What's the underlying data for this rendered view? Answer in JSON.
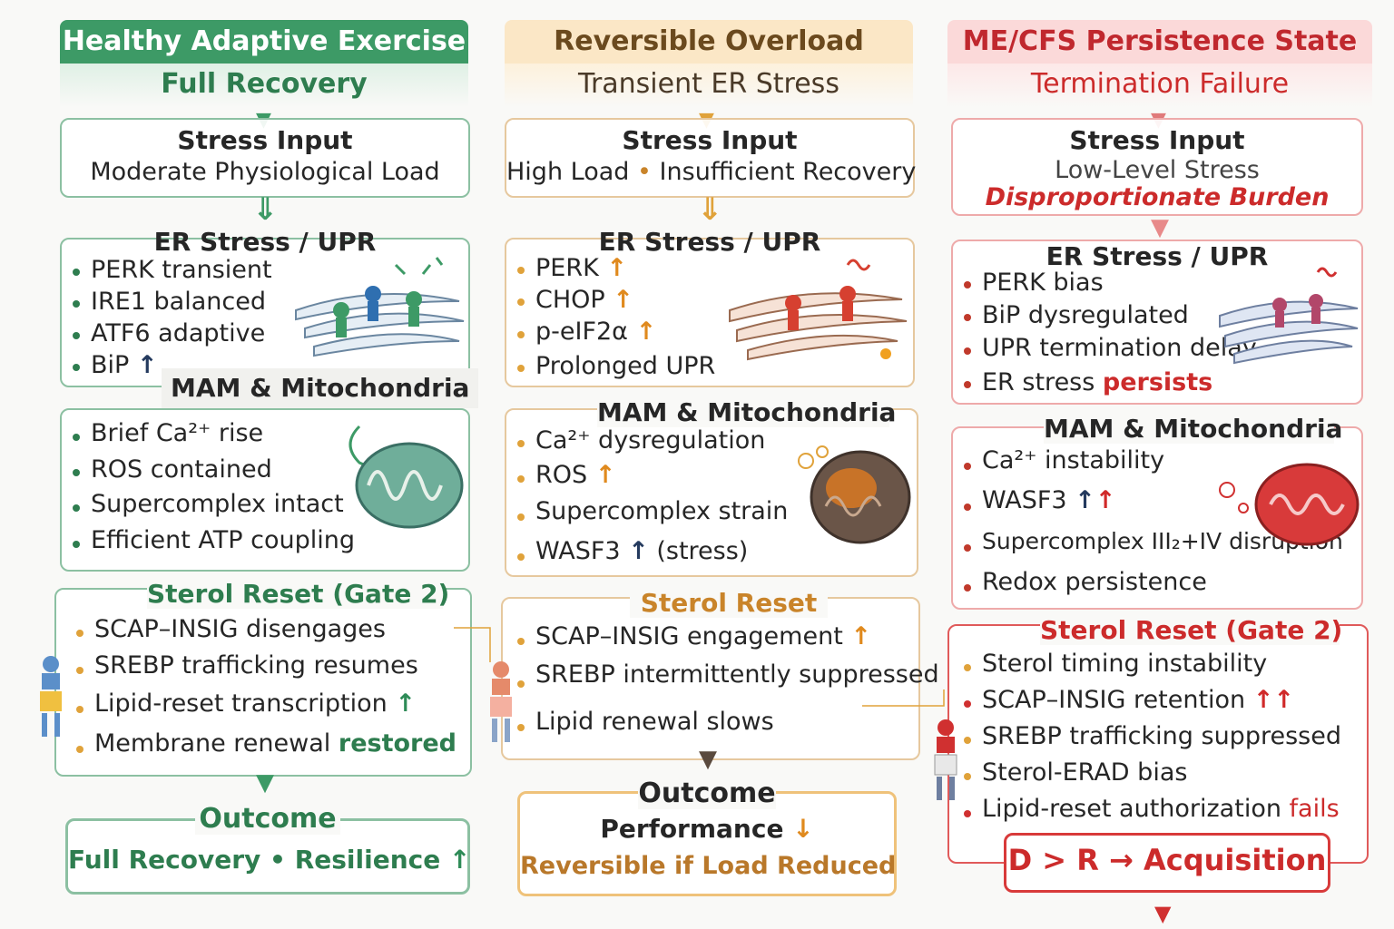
{
  "columns": [
    {
      "title": "Healthy Adaptive Exercise",
      "subtitle": "Full Recovery",
      "stress_input": {
        "head": "Stress Input",
        "line1": "Moderate Physiological Load"
      },
      "upr": {
        "head": "ER Stress / UPR",
        "items": [
          "PERK transient",
          "IRE1 balanced",
          "ATF6 adaptive",
          "BiP"
        ]
      },
      "mam": {
        "head": "MAM & Mitochondria",
        "items": [
          "Brief Ca²⁺ rise",
          "ROS contained",
          "Supercomplex intact",
          "Efficient ATP coupling"
        ]
      },
      "sterol": {
        "head": "Sterol Reset (Gate 2)",
        "items": [
          "SCAP–INSIG disengages",
          "SREBP trafficking resumes",
          "Lipid-reset transcription",
          "Membrane renewal"
        ],
        "restored": "restored"
      },
      "outcome": {
        "head": "Outcome",
        "line1": "Full Recovery • Resilience"
      }
    },
    {
      "title": "Reversible Overload",
      "subtitle": "Transient ER Stress",
      "stress_input": {
        "head": "Stress Input",
        "line1a": "High Load",
        "line1b": "Insufficient Recovery"
      },
      "upr": {
        "head": "ER Stress / UPR",
        "items": [
          "PERK",
          "CHOP",
          "p-eIF2α",
          "Prolonged UPR"
        ]
      },
      "mam": {
        "head": "MAM & Mitochondria",
        "items": [
          "Ca²⁺ dysregulation",
          "ROS",
          "Supercomplex strain",
          "WASF3",
          "(stress)"
        ]
      },
      "sterol": {
        "head": "Sterol Reset",
        "items": [
          "SCAP–INSIG engagement",
          "SREBP intermittently suppressed",
          "Lipid renewal  slows"
        ]
      },
      "outcome": {
        "head": "Outcome",
        "line1": "Performance",
        "line2": "Reversible if Load Reduced"
      }
    },
    {
      "title": "ME/CFS Persistence State",
      "subtitle": "Termination Failure",
      "stress_input": {
        "head": "Stress Input",
        "line1": "Low-Level Stress",
        "line2": "Disproportionate Burden"
      },
      "upr": {
        "head": "ER Stress / UPR",
        "items": [
          "PERK bias",
          "BiP dysregulated",
          "UPR termination delay",
          "ER stress"
        ],
        "persists": "persists"
      },
      "mam": {
        "head": "MAM & Mitochondria",
        "items": [
          "Ca²⁺ instability",
          "WASF3",
          "Supercomplex III₂+IV disruption",
          "Redox persistence"
        ]
      },
      "sterol": {
        "head": "Sterol Reset (Gate 2)",
        "items": [
          "Sterol timing instability",
          "SCAP–INSIG retention",
          "SREBP trafficking suppressed",
          "Sterol-ERAD bias",
          "Lipid-reset authorization"
        ],
        "fails": "fails"
      },
      "outcome": {
        "line1": "D > R → Acquisition"
      }
    }
  ],
  "arrows": {
    "up": "↑",
    "down": "↓",
    "double_down": "⇓",
    "bullet": "•"
  },
  "colors": {
    "green": "#2e7d4f",
    "orange": "#c9842a",
    "red": "#cc2b2b"
  }
}
